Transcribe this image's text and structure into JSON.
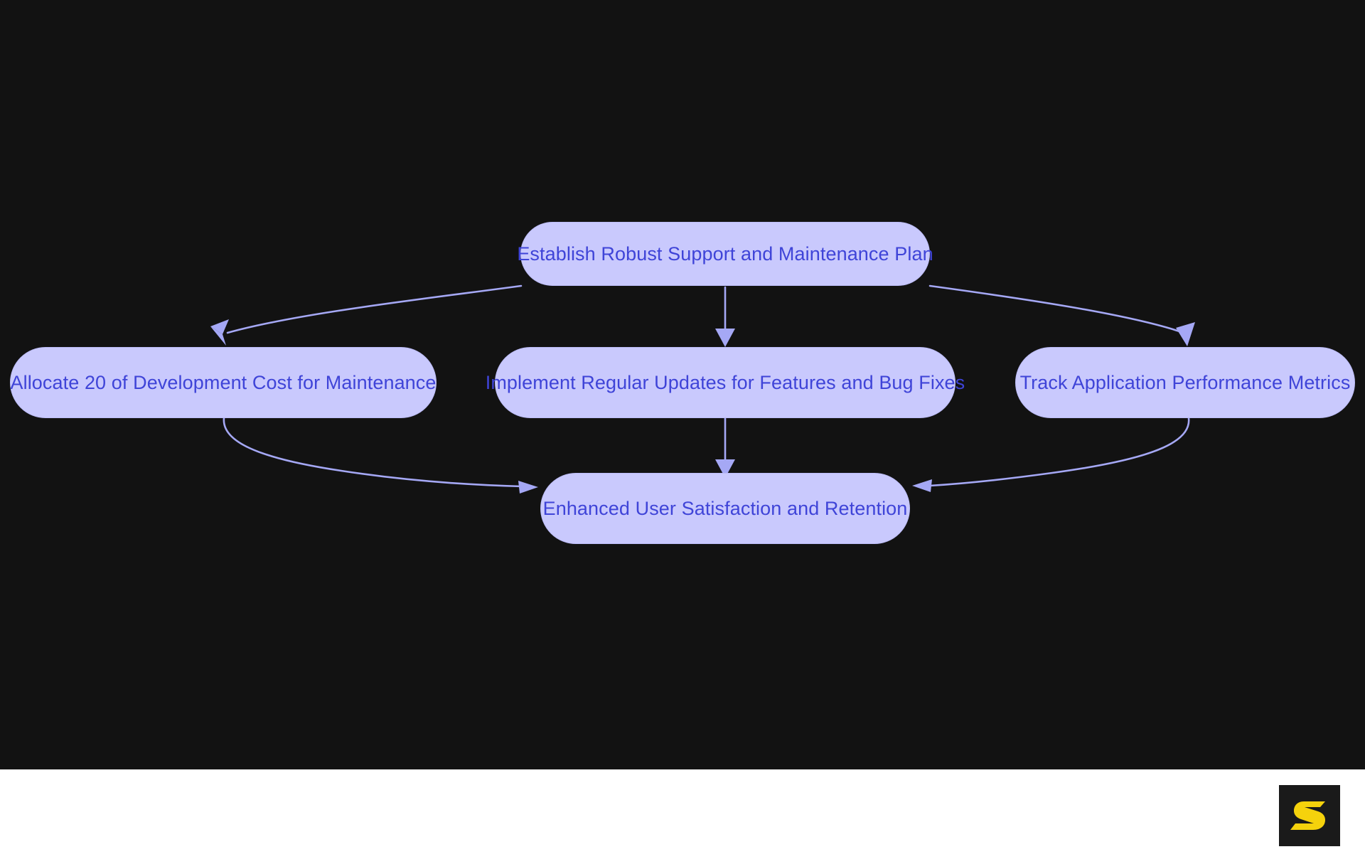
{
  "canvas": {
    "background_color": "#121212",
    "footer_background_color": "#ffffff"
  },
  "theme": {
    "node_fill": "#c9c9fd",
    "node_border": "#bcbcf8",
    "node_text": "#3f44d8",
    "edge_color": "#a5a8f5",
    "logo_color": "#f5d20c",
    "logo_tile": "#1a1a1a"
  },
  "branding": {
    "logo_name": "stylized-s-logo",
    "logo_letter": "S"
  },
  "chart_data": {
    "type": "diagram",
    "diagram_kind": "flowchart",
    "direction": "top-down",
    "title": "",
    "nodes": [
      {
        "id": "n1",
        "label": "Establish Robust Support and Maintenance Plan",
        "row": 0
      },
      {
        "id": "n2",
        "label": "Allocate 20 of Development Cost for Maintenance",
        "row": 1
      },
      {
        "id": "n3",
        "label": "Implement Regular Updates for Features and Bug Fixes",
        "row": 1
      },
      {
        "id": "n4",
        "label": "Track Application Performance Metrics",
        "row": 1
      },
      {
        "id": "n5",
        "label": "Enhanced User Satisfaction and Retention",
        "row": 2
      }
    ],
    "edges": [
      {
        "from": "n1",
        "to": "n2",
        "label": "",
        "style": "curved-arrow"
      },
      {
        "from": "n1",
        "to": "n3",
        "label": "",
        "style": "straight-arrow"
      },
      {
        "from": "n1",
        "to": "n4",
        "label": "",
        "style": "curved-arrow"
      },
      {
        "from": "n2",
        "to": "n5",
        "label": "",
        "style": "curved-arrow"
      },
      {
        "from": "n3",
        "to": "n5",
        "label": "",
        "style": "straight-arrow"
      },
      {
        "from": "n4",
        "to": "n5",
        "label": "",
        "style": "curved-arrow"
      }
    ]
  },
  "nodes": {
    "root": {
      "label": "Establish Robust Support and Maintenance Plan"
    },
    "branch_left": {
      "label": "Allocate 20 of Development Cost for Maintenance"
    },
    "branch_center": {
      "label": "Implement Regular Updates for Features and Bug Fixes"
    },
    "branch_right": {
      "label": "Track Application Performance Metrics"
    },
    "outcome": {
      "label": "Enhanced User Satisfaction and Retention"
    }
  }
}
